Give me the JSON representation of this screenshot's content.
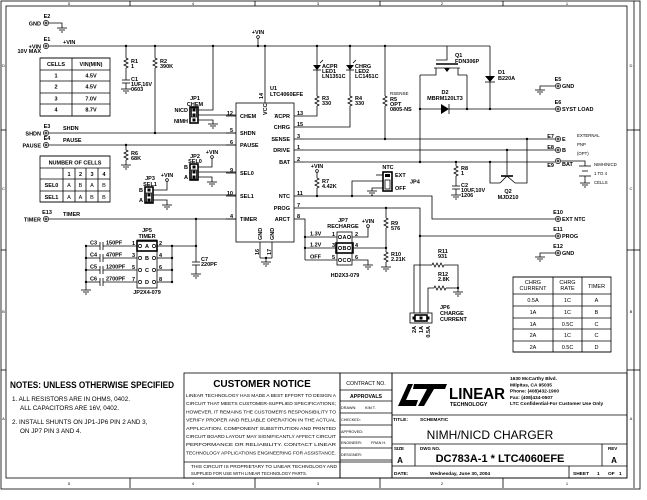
{
  "sheet": {
    "columns": [
      "5",
      "4",
      "3",
      "2",
      "1"
    ],
    "rows": [
      "D",
      "C",
      "B",
      "A"
    ]
  },
  "nets": {
    "vin": "+VIN",
    "shdn": "SHDN",
    "pause": "PAUSE",
    "timer": "TIMER"
  },
  "terminals": {
    "E1": {
      "ref": "E1",
      "label": "+VIN",
      "sub": "10V MAX"
    },
    "E2": {
      "ref": "E2",
      "label": "GND"
    },
    "E3": {
      "ref": "E3",
      "label": "SHDN"
    },
    "E4": {
      "ref": "E4",
      "label": "PAUSE"
    },
    "E5": {
      "ref": "E5",
      "label": "GND"
    },
    "E6": {
      "ref": "E6",
      "label": "SYST LOAD"
    },
    "E7": {
      "ref": "E7",
      "label": "E"
    },
    "E8": {
      "ref": "E8",
      "label": "B"
    },
    "E9": {
      "ref": "E9",
      "label": "BAT"
    },
    "E10": {
      "ref": "E10",
      "label": "EXT NTC"
    },
    "E11": {
      "ref": "E11",
      "label": "PROG"
    },
    "E12": {
      "ref": "E12",
      "label": "GND"
    },
    "E13": {
      "ref": "E13",
      "label": "TIMER"
    }
  },
  "cells_table": {
    "headers": [
      "CELLS",
      "VIN(MIN)"
    ],
    "rows": [
      [
        "1",
        "4.5V"
      ],
      [
        "2",
        "4.5V"
      ],
      [
        "3",
        "7.0V"
      ],
      [
        "4",
        "8.7V"
      ]
    ]
  },
  "number_of_cells_table": {
    "title": "NUMBER OF CELLS",
    "columns": [
      "1",
      "2",
      "3",
      "4"
    ],
    "rows": [
      {
        "label": "SEL0",
        "values": [
          "A",
          "B",
          "A",
          "B"
        ]
      },
      {
        "label": "SEL1",
        "values": [
          "A",
          "A",
          "B",
          "B"
        ]
      }
    ]
  },
  "components": {
    "R1": {
      "ref": "R1",
      "value": "1"
    },
    "C1": {
      "ref": "C1",
      "value": "1UF,16V",
      "package": "0603"
    },
    "R2": {
      "ref": "R2",
      "value": "390K"
    },
    "R6": {
      "ref": "R6",
      "value": "68K"
    },
    "R3": {
      "ref": "R3",
      "value": "330"
    },
    "R4": {
      "ref": "R4",
      "value": "330"
    },
    "LED1": {
      "ref": "LED1",
      "name": "ACPR",
      "part": "LN1351C"
    },
    "LED2": {
      "ref": "LED2",
      "name": "CHRG",
      "part": "LC1451C"
    },
    "R5": {
      "ref": "R5",
      "name": "RSENSE",
      "value": "OPT",
      "package": "0805-NS"
    },
    "Q1": {
      "ref": "Q1",
      "part": "FDN306P"
    },
    "D1": {
      "ref": "D1",
      "part": "B220A"
    },
    "D2": {
      "ref": "D2",
      "part": "MBRM120LT3"
    },
    "R8": {
      "ref": "R8",
      "value": "1"
    },
    "C2": {
      "ref": "C2",
      "value": "10UF,10V",
      "package": "1206"
    },
    "Q2": {
      "ref": "Q2",
      "part": "MJD210"
    },
    "R7": {
      "ref": "R7",
      "value": "4.42K"
    },
    "R9": {
      "ref": "R9",
      "value": "576"
    },
    "R10": {
      "ref": "R10",
      "value": "2.21K"
    },
    "R11": {
      "ref": "R11",
      "value": "931"
    },
    "R12": {
      "ref": "R12",
      "value": "2.8K"
    },
    "C3": {
      "ref": "C3",
      "value": "150PF"
    },
    "C4": {
      "ref": "C4",
      "value": "470PF"
    },
    "C5": {
      "ref": "C5",
      "value": "1200PF"
    },
    "C6": {
      "ref": "C6",
      "value": "2700PF"
    },
    "C7": {
      "ref": "C7",
      "value": "220PF"
    }
  },
  "u1": {
    "ref": "U1",
    "part": "LTC4060EFE",
    "vcc": "VCC",
    "vcc_pin": "14",
    "left_pins": [
      {
        "name": "CHEM",
        "num": "12"
      },
      {
        "name": "SHDN",
        "num": "5"
      },
      {
        "name": "PAUSE",
        "num": "6"
      },
      {
        "name": "SEL0",
        "num": "9"
      },
      {
        "name": "SEL1",
        "num": "10"
      },
      {
        "name": "TIMER",
        "num": "4"
      }
    ],
    "right_pins": [
      {
        "name": "ACPR",
        "num": "13"
      },
      {
        "name": "CHRG",
        "num": "15"
      },
      {
        "name": "SENSE",
        "num": "3"
      },
      {
        "name": "DRIVE",
        "num": "1"
      },
      {
        "name": "BAT",
        "num": "2"
      },
      {
        "name": "NTC",
        "num": "11"
      },
      {
        "name": "PROG",
        "num": "7"
      },
      {
        "name": "ARCT",
        "num": "8"
      }
    ],
    "gnd_pins": [
      {
        "name": "GND",
        "num": "16"
      },
      {
        "name": "GND",
        "num": "17"
      }
    ]
  },
  "jumpers": {
    "JP1": {
      "ref": "JP1",
      "name": "CHEM",
      "options": [
        "NICD",
        "NIMH"
      ]
    },
    "JP2": {
      "ref": "JP2",
      "name": "SEL0",
      "options": [
        "B",
        "A"
      ]
    },
    "JP3": {
      "ref": "JP3",
      "name": "SEL1",
      "options": [
        "B",
        "A"
      ]
    },
    "JP4": {
      "ref": "JP4",
      "name": "NTC",
      "options": [
        "EXT",
        "OFF"
      ]
    },
    "JP5": {
      "ref": "JP5",
      "name": "TIMER",
      "rows": [
        "A",
        "B",
        "C",
        "D"
      ],
      "left_pins": [
        "1",
        "3",
        "5",
        "7"
      ],
      "right_pins": [
        "2",
        "4",
        "6",
        "8"
      ],
      "part": "JP2X4-079"
    },
    "JP6": {
      "ref": "JP6",
      "name": "CHARGE",
      "name2": "CURRENT",
      "options": [
        "2A",
        "1A",
        "0.5A"
      ]
    },
    "JP7": {
      "ref": "JP7",
      "name": "RECHARGE",
      "rows": [
        "A",
        "B",
        "C"
      ],
      "options": [
        "1.3V",
        "1.2V",
        "OFF"
      ],
      "left_pins": [
        "1",
        "3",
        "5"
      ],
      "right_pins": [
        "2",
        "4",
        "6"
      ],
      "part": "HD2X3-079"
    }
  },
  "external": {
    "pnp": [
      "EXTERNAL",
      "PNP",
      "(OPT)"
    ],
    "battery": [
      "NIMH/NICD",
      "1 TO 4",
      "CELLS"
    ]
  },
  "charge_table": {
    "headers": [
      [
        "CHRG",
        "CURRENT"
      ],
      [
        "CHRG",
        "RATE"
      ],
      [
        "TIMER"
      ]
    ],
    "rows": [
      [
        "0.5A",
        "1C",
        "A"
      ],
      [
        "1A",
        "1C",
        "B"
      ],
      [
        "1A",
        "0.5C",
        "C"
      ],
      [
        "2A",
        "1C",
        "C"
      ],
      [
        "2A",
        "0.5C",
        "D"
      ]
    ]
  },
  "notes": {
    "title": "NOTES:  UNLESS OTHERWISE SPECIFIED",
    "items": [
      [
        "1.  ALL RESISTORS ARE IN OHMS, 0402.",
        "ALL CAPACITORS ARE 16V, 0402."
      ],
      [
        "2.  INSTALL SHUNTS ON JP1-JP6 PIN 2 AND 3,",
        "ON JP7 PIN 3 AND 4."
      ]
    ]
  },
  "customer_notice": {
    "title": "CUSTOMER NOTICE",
    "lines": [
      "LINEAR TECHNOLOGY HAS MADE A BEST EFFORT TO DESIGN A",
      "CIRCUIT THAT MEETS CUSTOMER-SUPPLIED SPECIFICATIONS;",
      "HOWEVER, IT REMAINS THE CUSTOMER'S RESPONSIBILITY TO",
      "VERIFY PROPER AND RELIABLE OPERATION IN THE ACTUAL",
      "APPLICATION.  COMPONENT SUBSTITUTION AND PRINTED",
      "CIRCUIT BOARD LAYOUT MAY SIGNIFICANTLY AFFECT CIRCUIT",
      "PERFORMANCE OR RELIABILITY.  CONTACT LINEAR",
      "TECHNOLOGY APPLICATIONS ENGINEERING FOR ASSISTANCE."
    ],
    "proprietary": [
      "THIS CIRCUIT IS PROPRIETARY TO LINEAR TECHNOLOGY AND",
      "SUPPLIED FOR USE WITH LINEAR TECHNOLOGY PARTS."
    ]
  },
  "title_block": {
    "contract": "CONTRACT NO.",
    "approvals": "APPROVALS",
    "drawn_label": "DRAWN:",
    "drawn": "KIM T.",
    "checked_label": "CHECKED:",
    "approved_label": "APPROVED:",
    "engineer_label": "ENGINEER:",
    "engineer": "FRAN H.",
    "designer_label": "DESIGNER:",
    "logo": {
      "word": "LINEAR",
      "sub": "TECHNOLOGY"
    },
    "address": [
      "1630 McCarthy Blvd.",
      "Milpitas, CA 95035",
      "Phone: (408)432-1900",
      "Fax: (408)434-0507",
      "LTC Confidential-For Customer Use Only"
    ],
    "title_label": "TITLE:",
    "title_kind": "SCHEMATIC",
    "title": "NIMH/NICD CHARGER",
    "size_label": "SIZE",
    "size": "A",
    "dwg_label": "DWG NO.",
    "dwg": "DC783A-1 * LTC4060EFE",
    "rev_label": "REV",
    "rev": "A",
    "date_label": "DATE:",
    "date": "Wednesday, June 30, 2004",
    "sheet_label": "SHEET",
    "sheet": "1",
    "of_label": "OF",
    "sheet_total": "1"
  }
}
